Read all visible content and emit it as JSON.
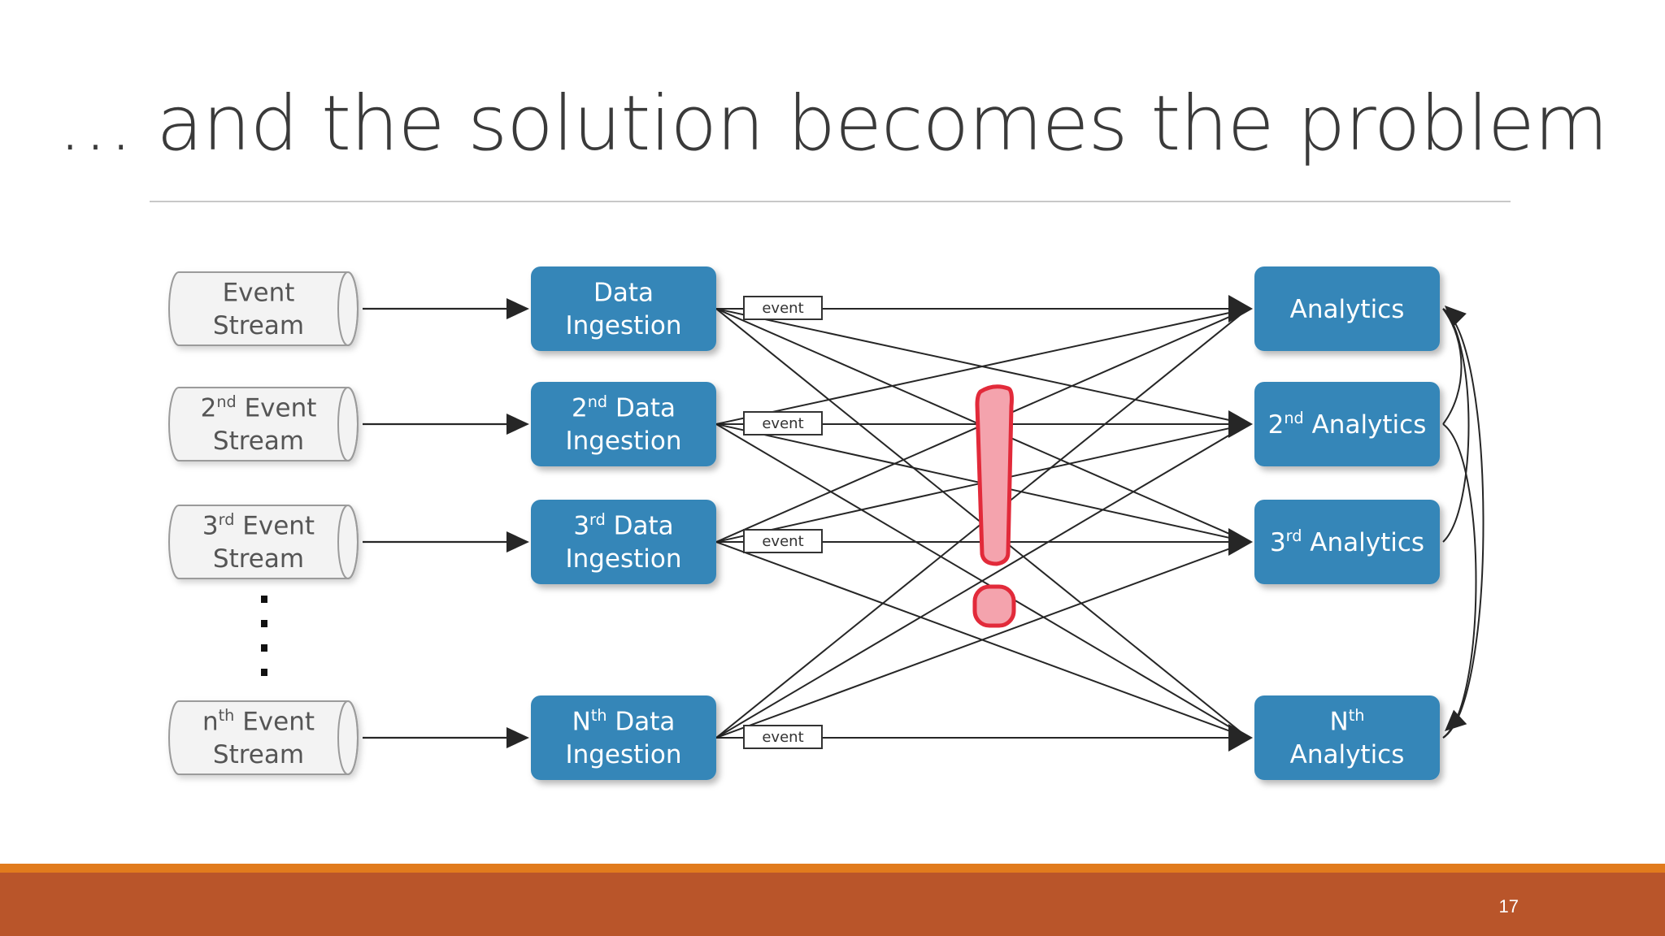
{
  "slide": {
    "title": "… and the solution becomes the problem",
    "page_number": "17"
  },
  "colors": {
    "box_fill": "#3686b8",
    "box_text": "#ffffff",
    "stream_fill": "#f3f3f3",
    "stream_stroke": "#9b9b9b",
    "stream_text": "#555555",
    "line": "#262626",
    "exclaim_fill": "#f4a3ad",
    "exclaim_stroke": "#e22a3a",
    "bar_top": "#e17b1d",
    "bar_bottom": "#b9552a"
  },
  "diagram": {
    "streams": [
      {
        "id": "s1",
        "lines": [
          {
            "base": "Event",
            "sup": "",
            "rest": ""
          },
          {
            "base": "Stream",
            "sup": "",
            "rest": ""
          }
        ]
      },
      {
        "id": "s2",
        "lines": [
          {
            "base": "2",
            "sup": "nd",
            "rest": " Event"
          },
          {
            "base": "Stream",
            "sup": "",
            "rest": ""
          }
        ]
      },
      {
        "id": "s3",
        "lines": [
          {
            "base": "3",
            "sup": "rd",
            "rest": " Event"
          },
          {
            "base": "Stream",
            "sup": "",
            "rest": ""
          }
        ]
      },
      {
        "id": "sn",
        "lines": [
          {
            "base": "n",
            "sup": "th",
            "rest": " Event"
          },
          {
            "base": "Stream",
            "sup": "",
            "rest": ""
          }
        ]
      }
    ],
    "ingestion": [
      {
        "id": "i1",
        "lines": [
          {
            "base": "Data",
            "sup": "",
            "rest": ""
          },
          {
            "base": "Ingestion",
            "sup": "",
            "rest": ""
          }
        ]
      },
      {
        "id": "i2",
        "lines": [
          {
            "base": "2",
            "sup": "nd",
            "rest": " Data"
          },
          {
            "base": "Ingestion",
            "sup": "",
            "rest": ""
          }
        ]
      },
      {
        "id": "i3",
        "lines": [
          {
            "base": "3",
            "sup": "rd",
            "rest": " Data"
          },
          {
            "base": "Ingestion",
            "sup": "",
            "rest": ""
          }
        ]
      },
      {
        "id": "in",
        "lines": [
          {
            "base": "N",
            "sup": "th",
            "rest": " Data"
          },
          {
            "base": "Ingestion",
            "sup": "",
            "rest": ""
          }
        ]
      }
    ],
    "analytics": [
      {
        "id": "a1",
        "lines": [
          {
            "base": "Analytics",
            "sup": "",
            "rest": ""
          }
        ]
      },
      {
        "id": "a2",
        "lines": [
          {
            "base": "2",
            "sup": "nd",
            "rest": " Analytics"
          }
        ]
      },
      {
        "id": "a3",
        "lines": [
          {
            "base": "3",
            "sup": "rd",
            "rest": " Analytics"
          }
        ]
      },
      {
        "id": "an",
        "lines": [
          {
            "base": "N",
            "sup": "th",
            "rest": ""
          },
          {
            "base": "Analytics",
            "sup": "",
            "rest": ""
          }
        ]
      }
    ],
    "event_label": "event",
    "ellipsis_dots": 4
  }
}
